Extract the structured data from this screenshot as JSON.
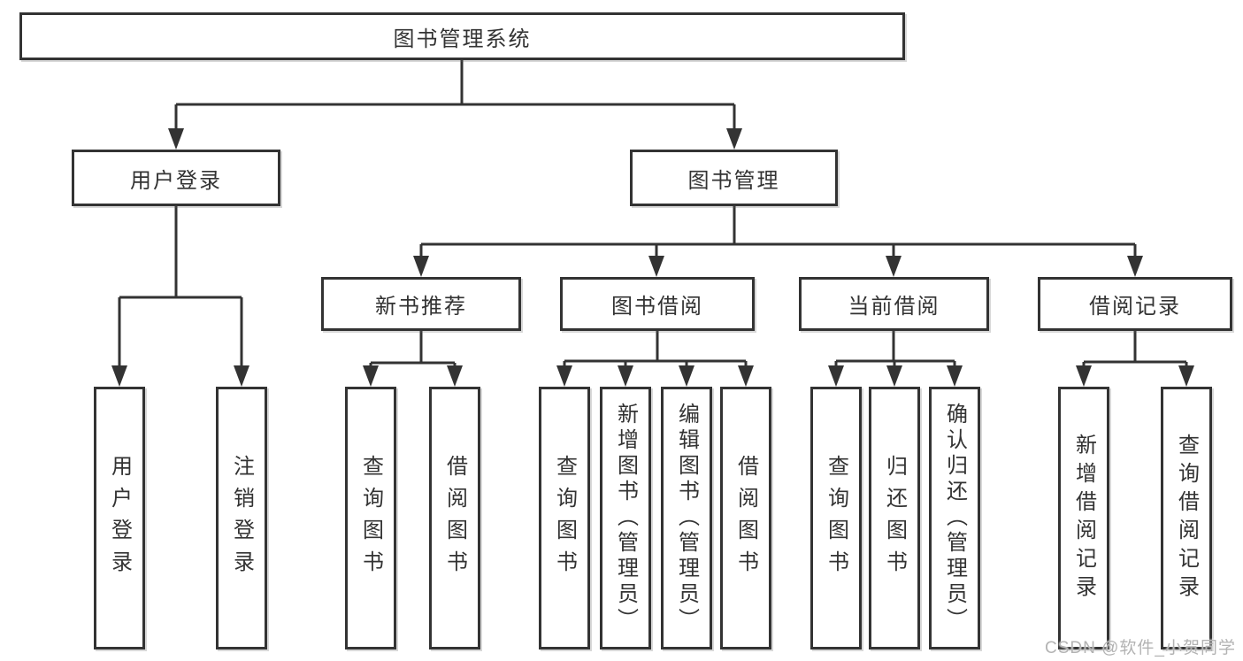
{
  "diagram": {
    "type": "tree",
    "root": {
      "label": "图书管理系统"
    },
    "level2": [
      {
        "id": "user-login",
        "label": "用户登录",
        "parent": "图书管理系统"
      },
      {
        "id": "book-management",
        "label": "图书管理",
        "parent": "图书管理系统"
      }
    ],
    "level3": [
      {
        "id": "new-book-recommendation",
        "label": "新书推荐",
        "parent": "图书管理"
      },
      {
        "id": "book-borrowing",
        "label": "图书借阅",
        "parent": "图书管理"
      },
      {
        "id": "current-borrowing",
        "label": "当前借阅",
        "parent": "图书管理"
      },
      {
        "id": "borrowing-records",
        "label": "借阅记录",
        "parent": "图书管理"
      }
    ],
    "leaves": [
      {
        "label": "用户登录",
        "parent": "用户登录"
      },
      {
        "label": "注销登录",
        "parent": "用户登录"
      },
      {
        "label": "查询图书",
        "parent": "新书推荐"
      },
      {
        "label": "借阅图书",
        "parent": "新书推荐"
      },
      {
        "label": "查询图书",
        "parent": "图书借阅"
      },
      {
        "label": "新增图书（管理员）",
        "parent": "图书借阅"
      },
      {
        "label": "编辑图书（管理员）",
        "parent": "图书借阅"
      },
      {
        "label": "借阅图书",
        "parent": "图书借阅"
      },
      {
        "label": "查询图书",
        "parent": "当前借阅"
      },
      {
        "label": "归还图书",
        "parent": "当前借阅"
      },
      {
        "label": "确认归还（管理员）",
        "parent": "当前借阅"
      },
      {
        "label": "新增借阅记录",
        "parent": "借阅记录"
      },
      {
        "label": "查询借阅记录",
        "parent": "借阅记录"
      }
    ]
  },
  "watermark": {
    "text": "CSDN @软件_小贺同学"
  },
  "colors": {
    "line": "#333333",
    "text": "#333333",
    "background": "#ffffff",
    "watermark": "#b3b3b3"
  }
}
